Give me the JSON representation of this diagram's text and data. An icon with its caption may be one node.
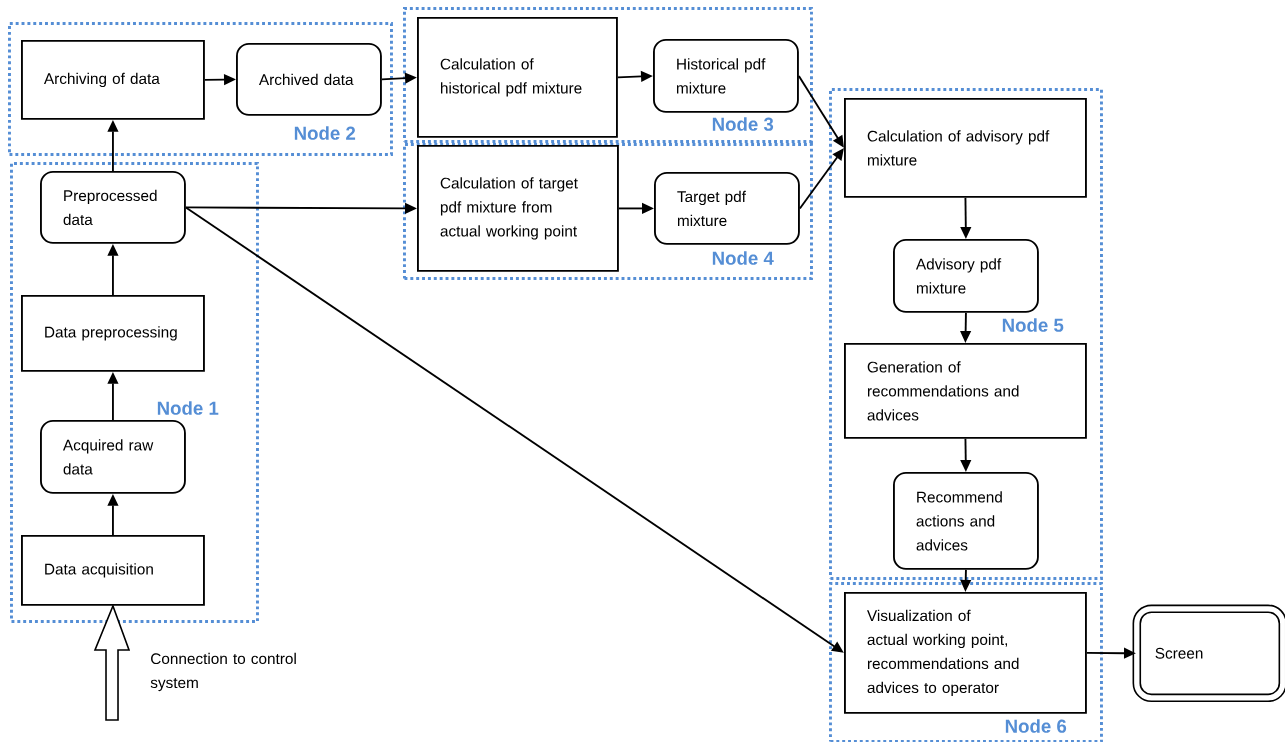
{
  "diagram": {
    "nodes": [
      {
        "text": [
          "Node 2"
        ]
      },
      {
        "text": [
          "Archiving of data"
        ],
        "in": 0
      },
      {
        "text": [
          "Archived data"
        ],
        "in": 0
      },
      {
        "text": [
          "Node 1"
        ]
      },
      {
        "text": [
          "Preprocessed data"
        ],
        "in": 3
      },
      {
        "text": [
          "Data preprocessing"
        ],
        "in": 3
      },
      {
        "text": [
          "Acquired raw data"
        ],
        "in": 3
      },
      {
        "text": [
          "Data acquisition"
        ],
        "in": 3
      },
      {
        "text": [
          "Node 3"
        ]
      },
      {
        "text": [
          "Calculation of historical pdf mixture"
        ],
        "in": 8
      },
      {
        "text": [
          "Historical pdf mixture"
        ],
        "in": 8
      },
      {
        "text": [
          "Node 4"
        ]
      },
      {
        "text": [
          "Calculation of target pdf mixture from actual working point"
        ],
        "in": 11
      },
      {
        "text": [
          "Target pdf mixture"
        ],
        "in": 11
      },
      {
        "text": [
          "Node 5"
        ]
      },
      {
        "text": [
          "Calculation of advisory pdf mixture"
        ],
        "in": 14
      },
      {
        "text": [
          "Advisory pdf mixture"
        ],
        "in": 14
      },
      {
        "text": [
          "Generation of recommendations and advices"
        ],
        "in": 14
      },
      {
        "text": [
          "Recommend actions and advices"
        ],
        "in": 14
      },
      {
        "text": [
          "Node 6"
        ]
      },
      {
        "text": [
          "Visualization of actual working point, recommendations and advices to operator"
        ],
        "in": 19
      },
      {
        "text": [
          "Screen"
        ]
      }
    ],
    "edges": [
      {
        "from": 7,
        "to": 6,
        "arrow": "to"
      },
      {
        "from": 6,
        "to": 5,
        "arrow": "to"
      },
      {
        "from": 5,
        "to": 4,
        "arrow": "to"
      },
      {
        "from": 4,
        "to": 1,
        "arrow": "to"
      },
      {
        "from": 1,
        "to": 2,
        "arrow": "to"
      },
      {
        "from": 2,
        "to": 9,
        "arrow": "to"
      },
      {
        "from": 9,
        "to": 10,
        "arrow": "to"
      },
      {
        "from": 4,
        "to": 12,
        "arrow": "to"
      },
      {
        "from": 12,
        "to": 13,
        "arrow": "to"
      },
      {
        "from": 10,
        "to": 15,
        "arrow": "to"
      },
      {
        "from": 13,
        "to": 15,
        "arrow": "to"
      },
      {
        "from": 15,
        "to": 16,
        "arrow": "to"
      },
      {
        "from": 16,
        "to": 17,
        "arrow": "to"
      },
      {
        "from": 17,
        "to": 18,
        "arrow": "to"
      },
      {
        "from": 18,
        "to": 20,
        "arrow": "to"
      },
      {
        "from": 4,
        "to": 20,
        "arrow": "to"
      },
      {
        "from": 20,
        "to": 21,
        "arrow": "to"
      },
      {
        "from": null,
        "to": 7,
        "arrow": "to",
        "style": "thick"
      }
    ],
    "labels": [
      "Connection to control system"
    ]
  }
}
